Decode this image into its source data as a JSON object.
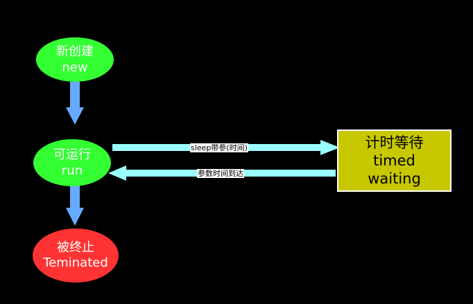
{
  "nodes": {
    "new": {
      "line1": "新创建",
      "line2": "new"
    },
    "runnable": {
      "line1": "可运行",
      "line2": "run"
    },
    "terminated": {
      "line1": "被终止",
      "line2": "Teminated"
    },
    "timed_waiting": {
      "line1": "计时等待",
      "line2": "timed",
      "line3": "waiting"
    }
  },
  "edges": {
    "sleep_label": "sleep带参(时间)",
    "timeout_label": "参数时间到达"
  },
  "colors": {
    "background": "#000000",
    "green_node": "#33ff33",
    "red_node": "#ff3333",
    "timed_node": "#c8c800",
    "vertical_arrow": "#66aaff",
    "horizontal_arrow": "#99ffff"
  }
}
